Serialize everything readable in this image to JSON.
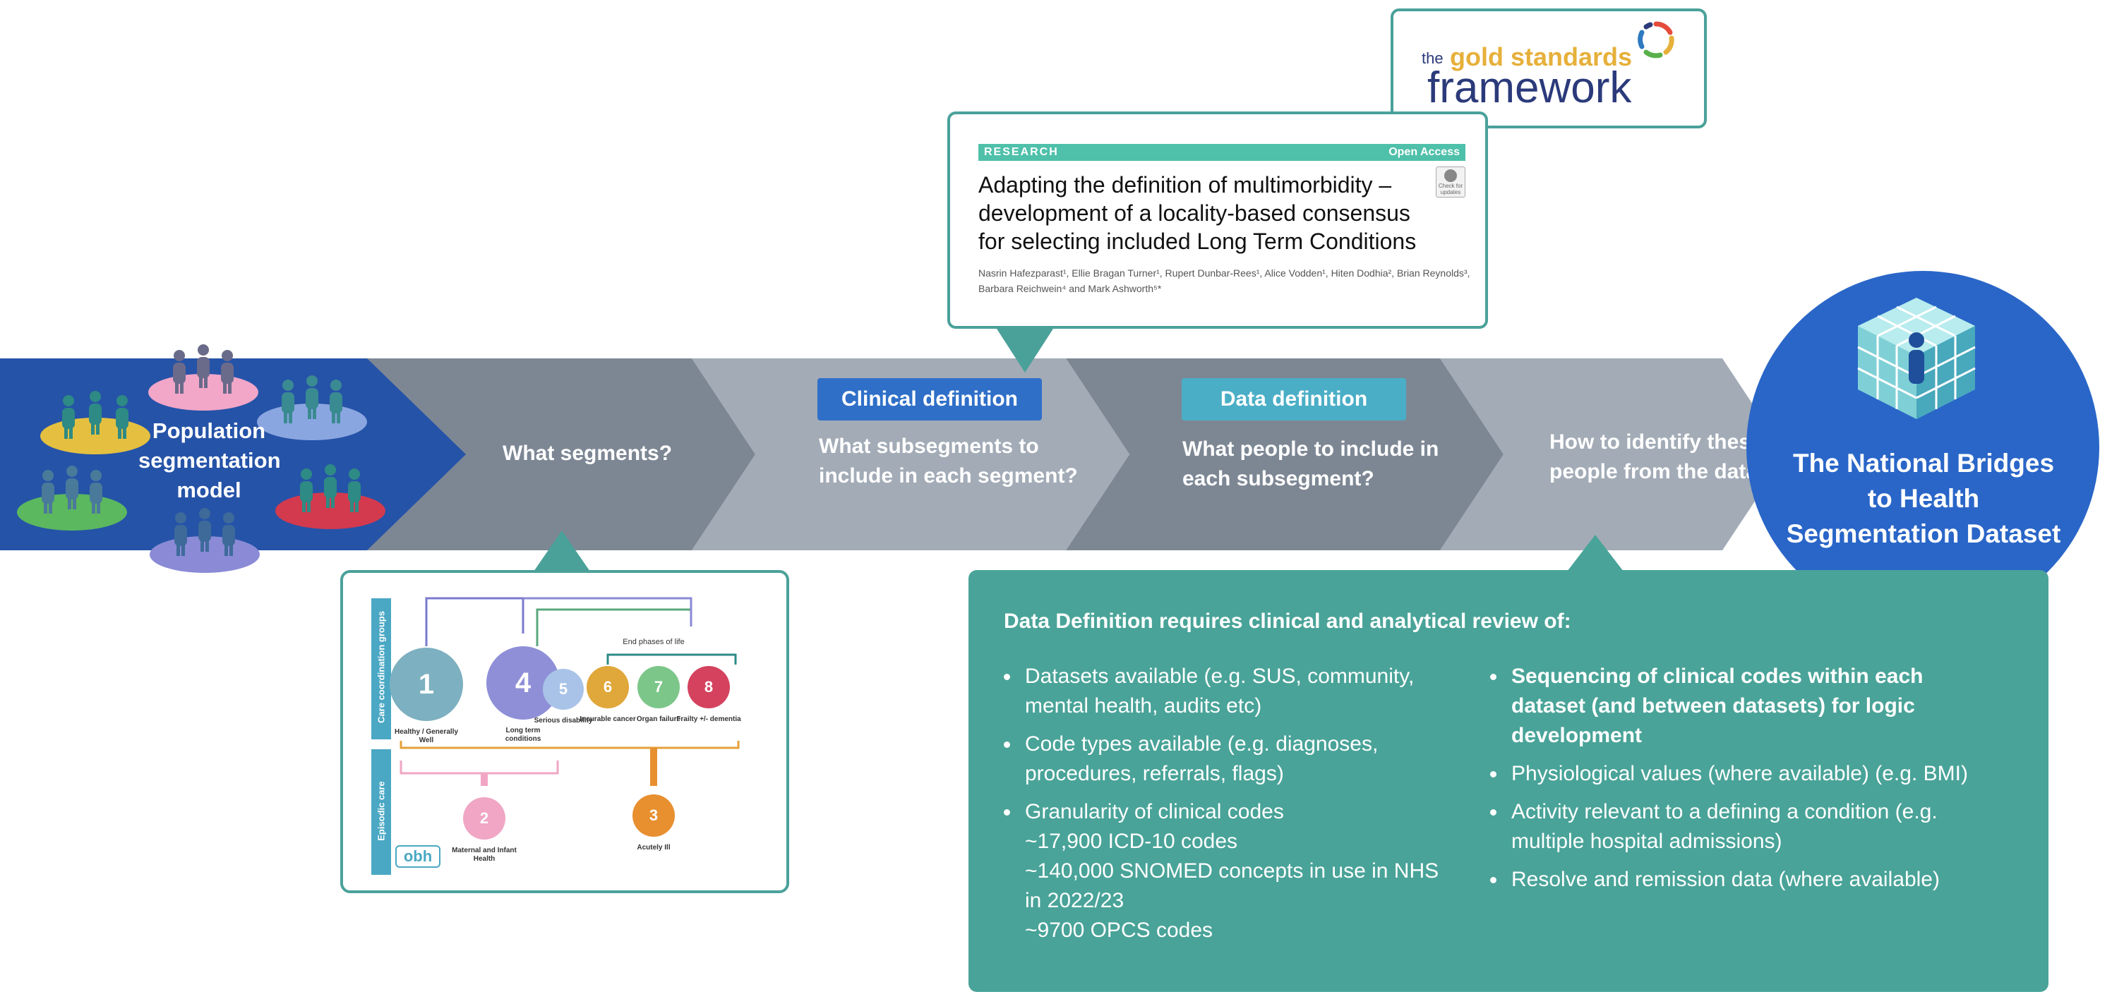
{
  "colors": {
    "stage1_blue": "#2553a8",
    "stage_dark_grey": "#7d8794",
    "stage_light_grey": "#a2abb6",
    "teal": "#49a398",
    "clinical_chip": "#2f6fc8",
    "data_chip": "#4aaec6",
    "final_circle": "#2a66c8"
  },
  "stages": {
    "population": "Population segmentation model",
    "what_segments": "What segments?",
    "clinical_chip": "Clinical definition",
    "clinical_question": "What subsegments to include in each segment?",
    "data_chip": "Data definition",
    "data_question": "What people to include in each subsegment?",
    "identify_question": "How to identify these people from the data?"
  },
  "final": {
    "label": "The National Bridges to Health Segmentation Dataset",
    "icon": "data-cube-person-icon"
  },
  "logo": {
    "the": "the",
    "gold": "gold standards",
    "framework": "framework",
    "icon": "gsf-ring-icon"
  },
  "paper": {
    "tag": "RESEARCH",
    "access": "Open Access",
    "title": "Adapting the definition of multimorbidity – development of a locality-based consensus for selecting included Long Term Conditions",
    "authors": "Nasrin Hafezparast¹, Ellie Bragan Turner¹, Rupert Dunbar-Rees¹, Alice Vodden¹, Hiten Dodhia², Brian Reynolds³, Barbara Reichwein⁴ and Mark Ashworth⁵*",
    "check": "Check for updates"
  },
  "segment_diagram": {
    "care_label": "Care coordination groups",
    "episodic_label": "Episodic care",
    "end_of_life": "End phases of life",
    "logo": "obh",
    "segments": [
      {
        "num": "1",
        "label": "Healthy / Generally Well",
        "color": "#7db0c0"
      },
      {
        "num": "4",
        "label": "Long term conditions",
        "color": "#8f8fd8"
      },
      {
        "num": "5",
        "label": "Serious disability",
        "color": "#a9c3e8"
      },
      {
        "num": "6",
        "label": "Incurable cancer",
        "color": "#e0a73a"
      },
      {
        "num": "7",
        "label": "Organ failure",
        "color": "#7cc68a"
      },
      {
        "num": "8",
        "label": "Frailty +/- dementia",
        "color": "#d4425e"
      },
      {
        "num": "2",
        "label": "Maternal and Infant Health",
        "color": "#f0a6c4"
      },
      {
        "num": "3",
        "label": "Acutely Ill",
        "color": "#e88f30"
      }
    ]
  },
  "info": {
    "heading": "Data Definition requires clinical and analytical review of:",
    "left": [
      [
        "Datasets available (e.g. SUS, community,",
        "mental health, audits etc)"
      ],
      [
        "Code types available (e.g. diagnoses,",
        "procedures, referrals, flags)"
      ],
      [
        "Granularity of clinical codes",
        "~17,900 ICD-10 codes",
        "~140,000 SNOMED concepts in use in NHS",
        "in 2022/23",
        "~9700 OPCS codes"
      ]
    ],
    "right_bold": [
      "Sequencing of clinical codes within each",
      "dataset (and between datasets) for logic",
      "development"
    ],
    "right": [
      [
        "Physiological values (where available) (e.g. BMI)"
      ],
      [
        "Activity relevant to a defining a condition (e.g.",
        "multiple hospital admissions)"
      ],
      [
        "Resolve and remission data (where available)"
      ]
    ]
  }
}
